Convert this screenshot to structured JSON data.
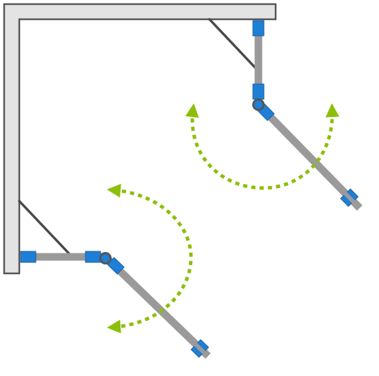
{
  "diagram": {
    "kind": "shower-enclosure-plan",
    "colors": {
      "background": "#ffffff",
      "wall_fill": "#e3e3e3",
      "wall_stroke": "#555555",
      "profile": "#9a9a9a",
      "fitting": "#1f7fd6",
      "fitting_stroke": "#1c5f9e",
      "brace": "#4a4a4a",
      "hinge": "#555555",
      "swing_arrow": "#8cbf0a"
    },
    "walls": [
      {
        "name": "top-wall"
      },
      {
        "name": "left-wall"
      }
    ],
    "doors": [
      {
        "name": "door-right",
        "fixed_panel": "vertical",
        "swing": "both-ways"
      },
      {
        "name": "door-left",
        "fixed_panel": "horizontal",
        "swing": "both-ways"
      }
    ]
  }
}
